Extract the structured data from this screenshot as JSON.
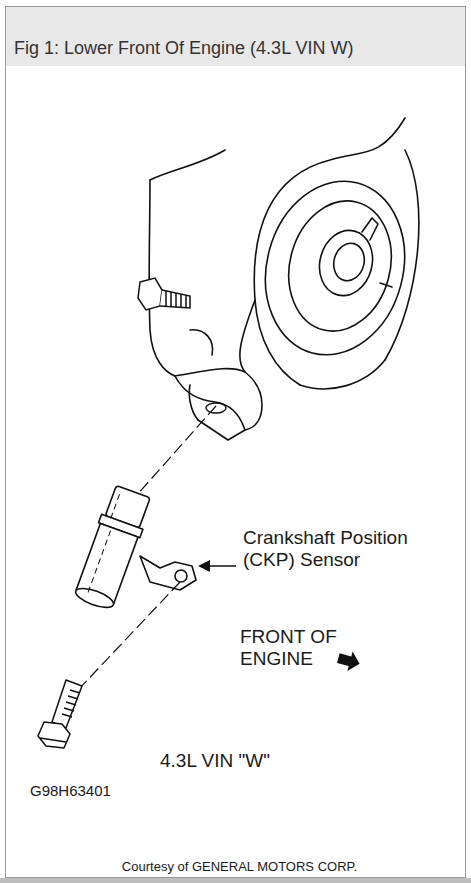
{
  "diagram": {
    "title": "Fig 1: Lower Front Of Engine (4.3L VIN W)",
    "labels": [
      "Crankshaft Position (CKP) Sensor",
      "FRONT OF ENGINE",
      "4.3L VIN \"W\"",
      "G98H63401",
      "Courtesy of GENERAL MOTORS CORP."
    ]
  }
}
